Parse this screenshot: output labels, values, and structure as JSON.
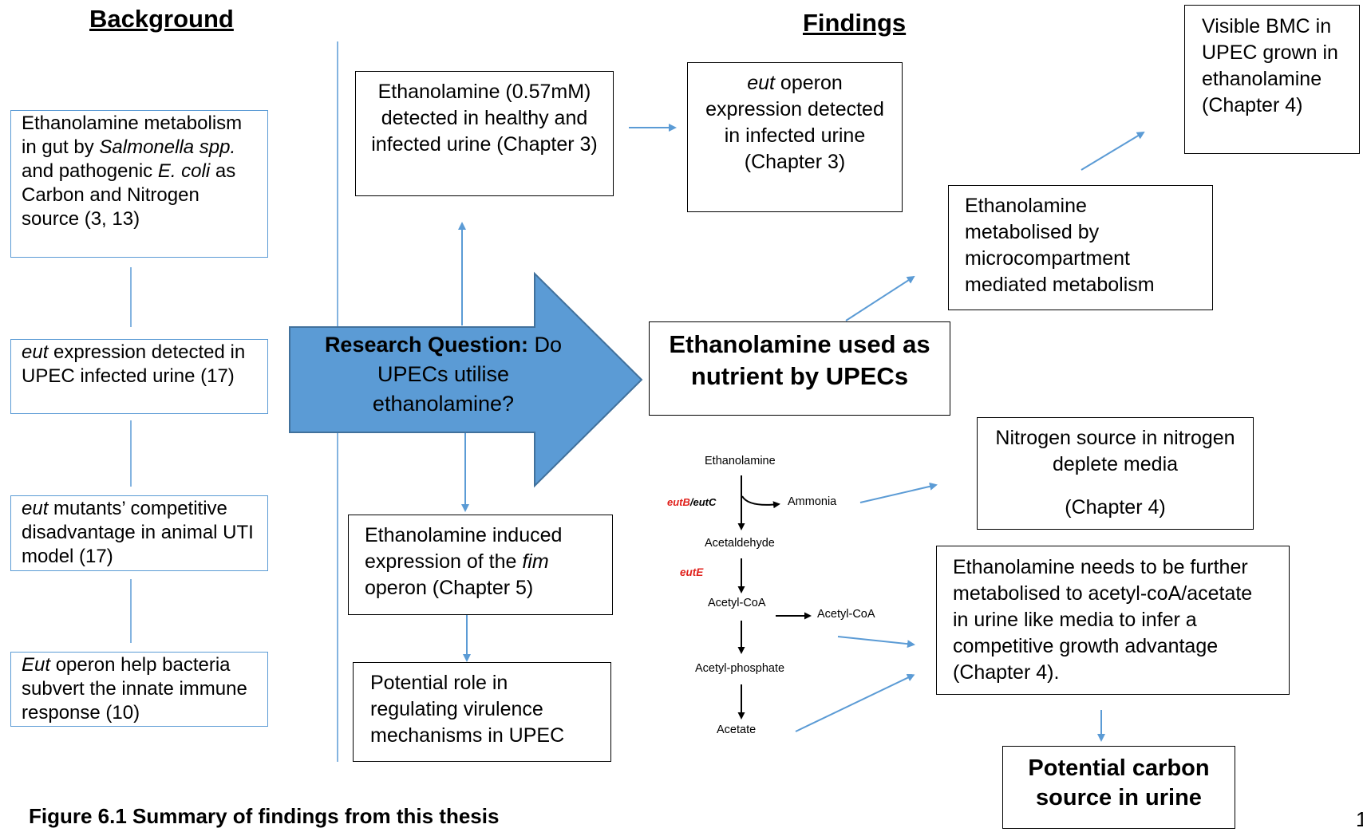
{
  "headings": {
    "background": "Background",
    "findings": "Findings"
  },
  "background_boxes": [
    {
      "parts": [
        {
          "t": "Ethanolamine metabolism in gut by "
        },
        {
          "t": "Salmonella spp.",
          "i": true
        },
        {
          "t": " and pathogenic "
        },
        {
          "t": "E. coli",
          "i": true
        },
        {
          "t": " as Carbon and Nitrogen source (3, 13)"
        }
      ]
    },
    {
      "parts": [
        {
          "t": "eut",
          "i": true
        },
        {
          "t": " expression detected in UPEC infected urine (17)"
        }
      ]
    },
    {
      "parts": [
        {
          "t": "eut",
          "i": true
        },
        {
          "t": " mutants’ competitive disadvantage in animal UTI model (17)"
        }
      ]
    },
    {
      "parts": [
        {
          "t": "Eut",
          "i": true
        },
        {
          "t": " operon help bacteria subvert the innate immune response (10)"
        }
      ]
    }
  ],
  "research_question": {
    "label": "Research Question:",
    "text": " Do UPECs utilise ethanolamine?"
  },
  "boxes": {
    "detected_urine": "Ethanolamine (0.57mM) detected in healthy and infected urine (Chapter 3)",
    "eut_operon": {
      "italic": "eut",
      "rest": " operon expression detected in infected urine (Chapter 3)"
    },
    "visible_bmc": "Visible BMC in UPEC grown in ethanolamine (Chapter 4)",
    "microcompartment": "Ethanolamine metabolised by microcompartment mediated metabolism",
    "main_finding": "Ethanolamine used as nutrient by UPECs",
    "fim": {
      "a": "Ethanolamine induced expression of the ",
      "italic": "fim",
      "b": " operon (Chapter 5)"
    },
    "virulence": "Potential role in regulating virulence mechanisms in UPEC",
    "nitrogen": {
      "line1": "Nitrogen source in nitrogen deplete media",
      "line2": "(Chapter 4)"
    },
    "acetate": "Ethanolamine needs to be further metabolised to acetyl-coA/acetate in urine like media to infer a competitive growth advantage (Chapter 4).",
    "carbon": "Potential carbon source in urine"
  },
  "pathway": {
    "ethanolamine": "Ethanolamine",
    "enzyme1a": "eutB",
    "enzyme1b": "/",
    "enzyme1c": "eutC",
    "ammonia": "Ammonia",
    "acetaldehyde": "Acetaldehyde",
    "enzyme2": "eutE",
    "acetylcoa": "Acetyl-CoA",
    "acetylcoa_out": "Acetyl-CoA",
    "acetylphosphate": "Acetyl-phosphate",
    "acetate": "Acetate"
  },
  "caption": "Figure 6.1 Summary of findings from this thesis",
  "page_number": "1",
  "colors": {
    "arrow_fill": "#5b9bd5",
    "arrow_stroke": "#41719c",
    "line": "#5b9bd5",
    "enzyme": "#e0201b"
  }
}
